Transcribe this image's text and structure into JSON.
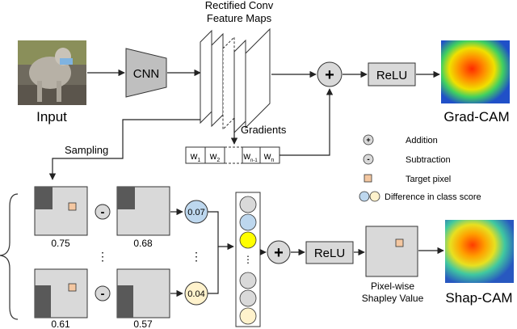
{
  "top": {
    "input_label": "Input",
    "cnn_label": "CNN",
    "feature_maps_title_1": "Rectified Conv",
    "feature_maps_title_2": "Feature Maps",
    "gradients_label": "Gradients",
    "relu_label": "ReLU",
    "output_label": "Grad-CAM",
    "plus_symbol": "+",
    "weights": [
      {
        "base": "w",
        "sub": "1"
      },
      {
        "base": "w",
        "sub": "2"
      },
      {
        "base": "w",
        "sub": "n-1"
      },
      {
        "base": "w",
        "sub": "n"
      }
    ]
  },
  "sampling_label": "Sampling",
  "legend": [
    {
      "symbol": "+",
      "label": "Addition"
    },
    {
      "symbol": "-",
      "label": "Subtraction"
    },
    {
      "symbol": "",
      "label": "Target pixel"
    },
    {
      "symbol": "",
      "label": "Difference in class score"
    }
  ],
  "bottom": {
    "row1": {
      "left_value": "0.75",
      "right_value": "0.68",
      "score": "0.07"
    },
    "row2": {
      "left_value": "0.61",
      "right_value": "0.57",
      "score": "0.04"
    },
    "minus_symbol": "-",
    "dots": "⋮",
    "plus_symbol": "+",
    "relu_label": "ReLU",
    "pixel_value_label_1": "Pixel-wise",
    "pixel_value_label_2": "Shapley Value",
    "output_label": "Shap-CAM"
  },
  "colors": {
    "gray_box": "#d9d9d9",
    "dark_block": "#595959",
    "target_pixel": "#f4c7a1",
    "blue_circle": "#bdd7ee",
    "yellow_circle": "#fff2cc",
    "bright_yellow": "#ffff00",
    "circle_gray": "#d9d9d9"
  }
}
